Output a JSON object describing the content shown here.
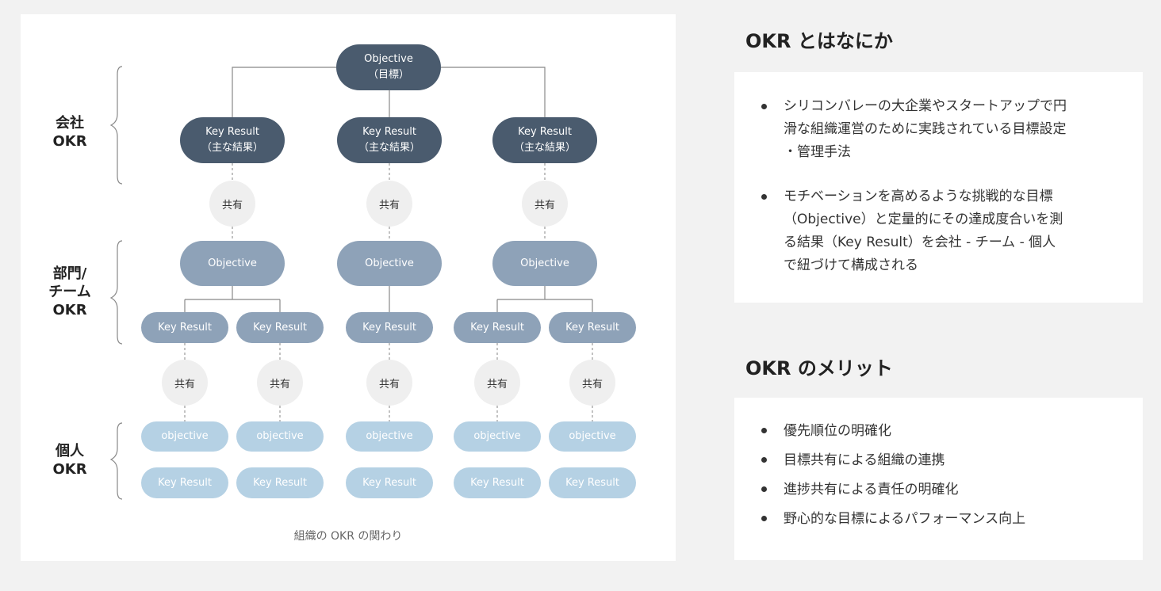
{
  "diagram": {
    "company": {
      "label_lines": [
        "会社",
        "OKR"
      ],
      "objective_lines": [
        "Objective",
        "（目標）"
      ],
      "key_results": [
        [
          "Key Result",
          "（主な結果）"
        ],
        [
          "Key Result",
          "（主な結果）"
        ],
        [
          "Key Result",
          "（主な結果）"
        ]
      ]
    },
    "share_label": "共有",
    "department": {
      "label_lines": [
        "部門/",
        "チーム",
        "OKR"
      ],
      "objectives": [
        "Objective",
        "Objective",
        "Objective"
      ],
      "key_results": [
        "Key Result",
        "Key Result",
        "Key Result",
        "Key Result",
        "Key Result"
      ]
    },
    "individual": {
      "label_lines": [
        "個人",
        "OKR"
      ],
      "objectives": [
        "objective",
        "objective",
        "objective",
        "objective",
        "objective"
      ],
      "key_results": [
        "Key Result",
        "Key Result",
        "Key Result",
        "Key Result",
        "Key Result"
      ]
    },
    "caption": "組織の OKR の関わり",
    "colors": {
      "company": "#4a5b6e",
      "department": "#8ea2b8",
      "individual": "#b5d1e4",
      "share_circle": "#efefef",
      "connector": "#888888"
    }
  },
  "about": {
    "title": "OKR とはなにか",
    "items": [
      [
        "シリコンバレーの大企業やスタートアップで円",
        "滑な組織運営のために実践されている目標設定",
        "・管理手法"
      ],
      [
        "モチベーションを高めるような挑戦的な目標",
        "（Objective）と定量的にその達成度合いを測",
        "る結果（Key Result）を会社 - チーム - 個人",
        "で紐づけて構成される"
      ]
    ]
  },
  "merits": {
    "title": "OKR のメリット",
    "items": [
      "優先順位の明確化",
      "目標共有による組織の連携",
      "進捗共有による責任の明確化",
      "野心的な目標によるパフォーマンス向上"
    ]
  }
}
